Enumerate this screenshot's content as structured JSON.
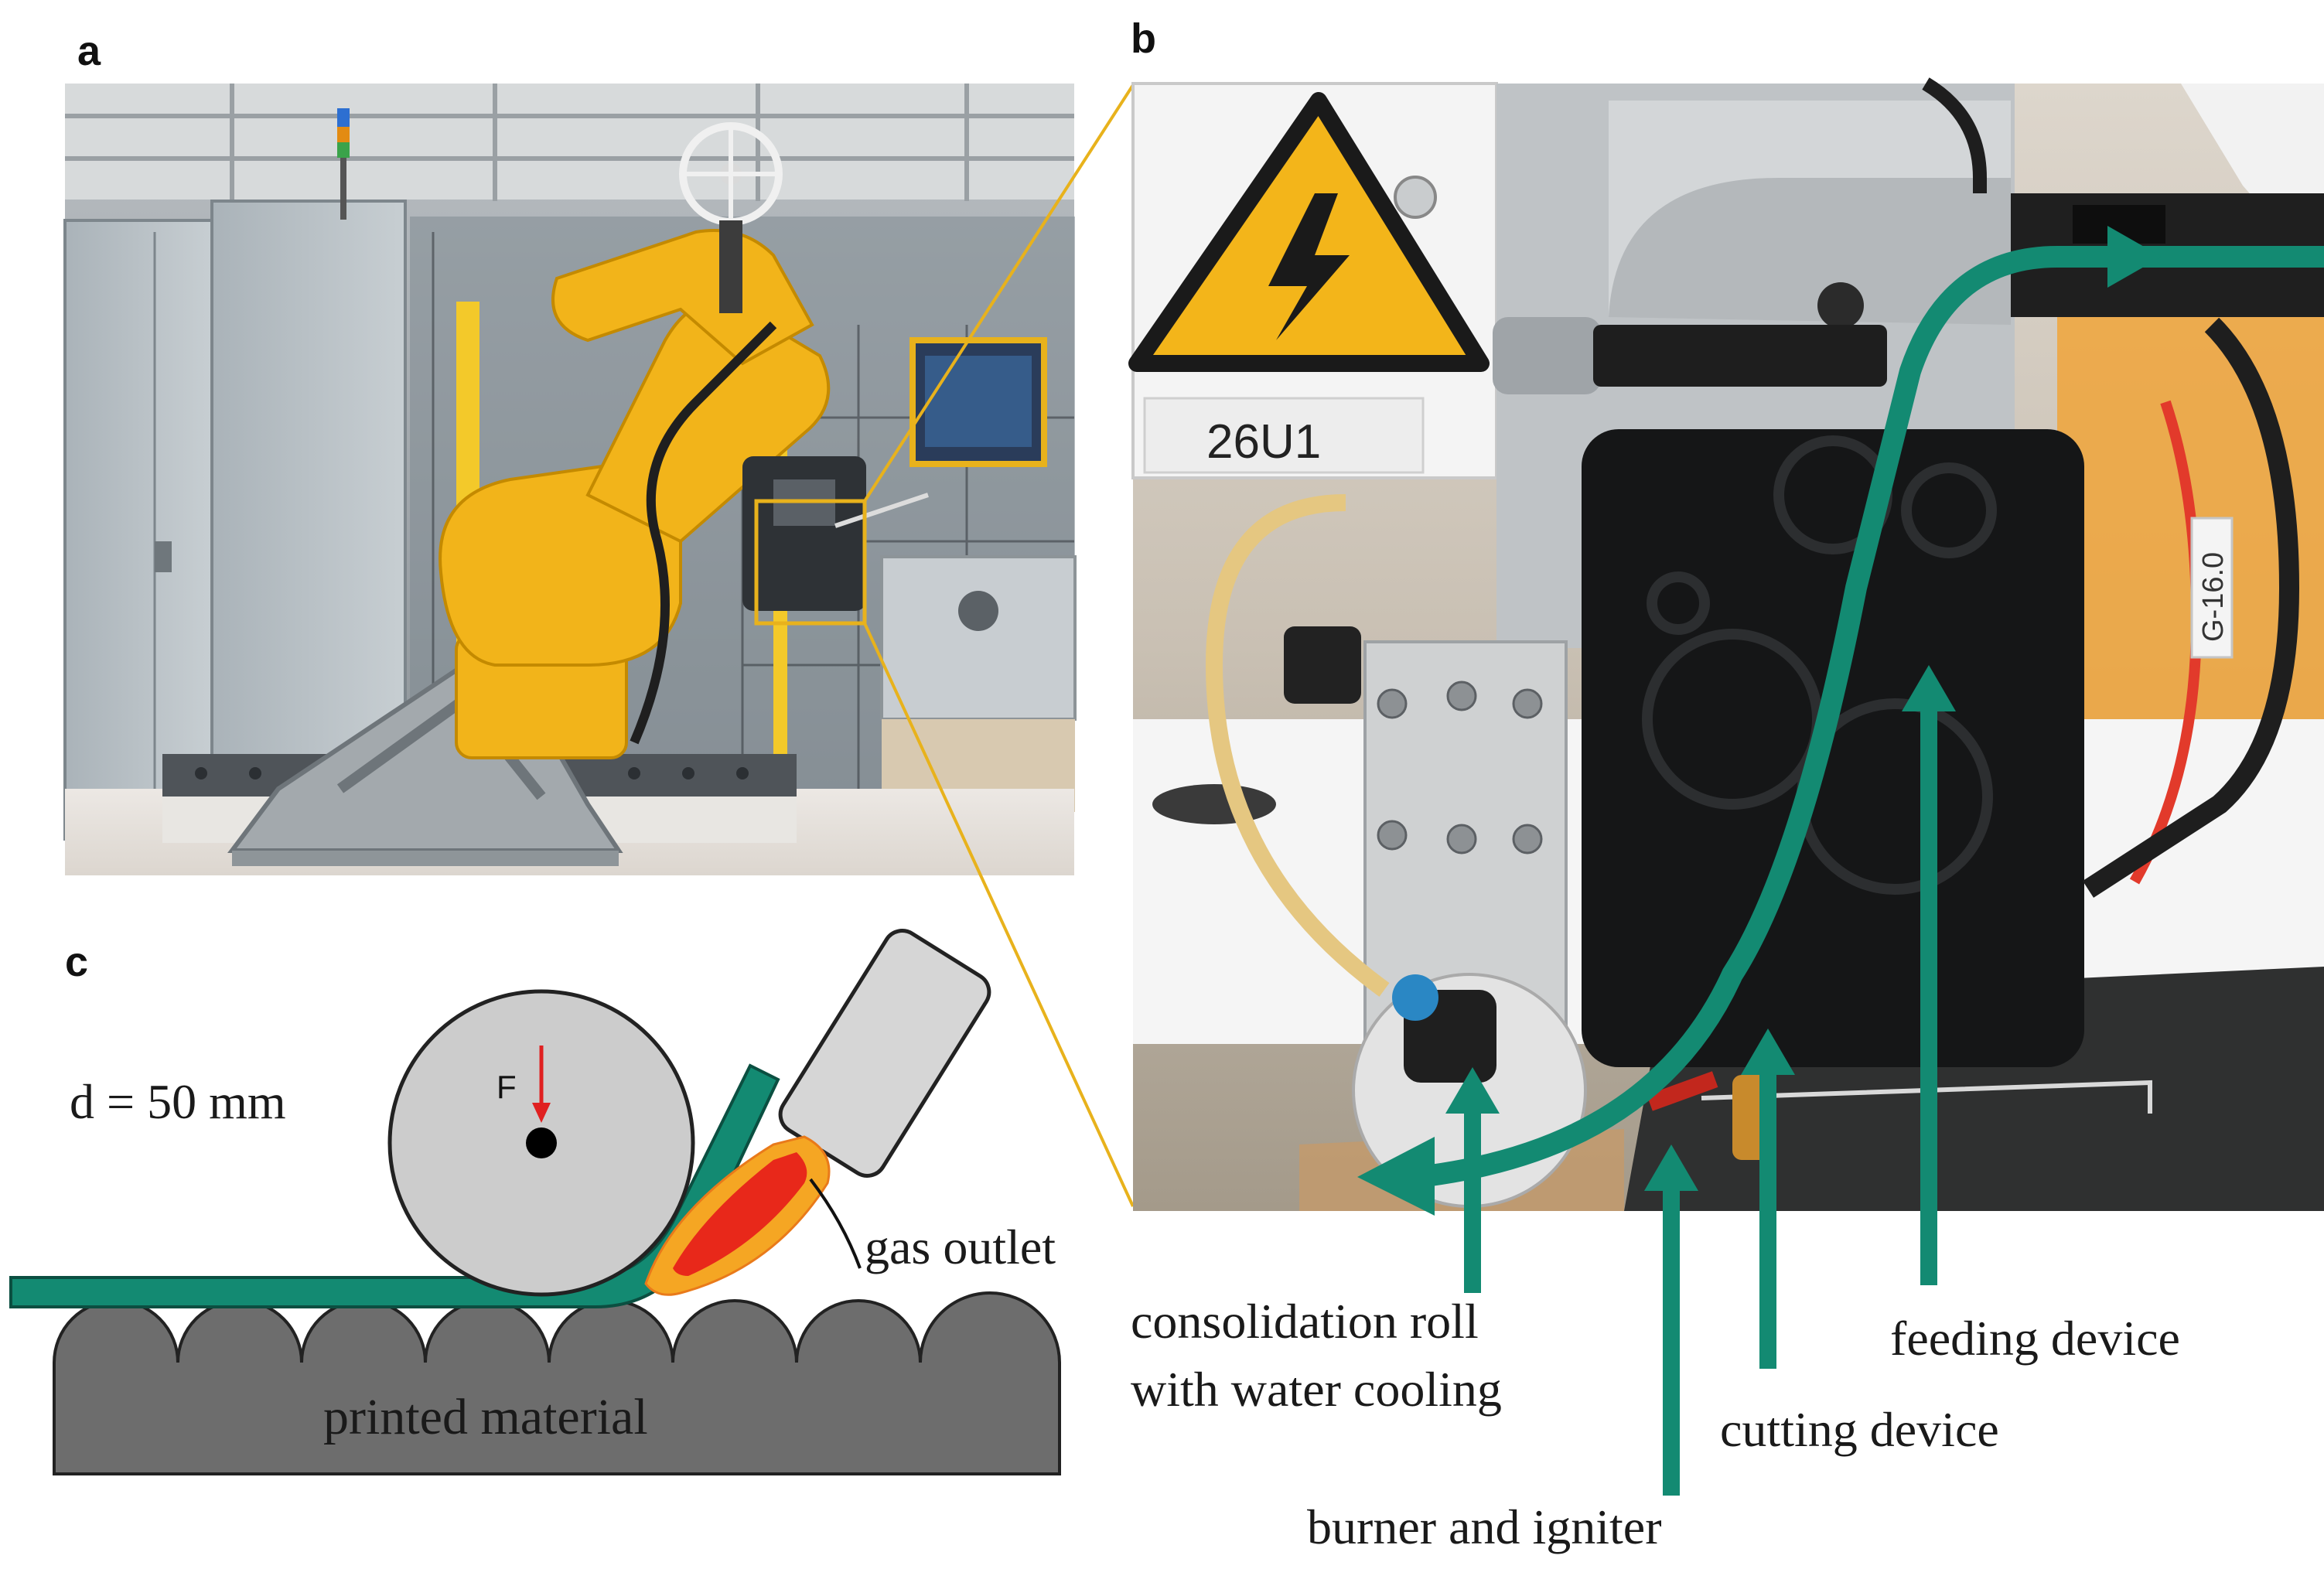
{
  "panels": {
    "a": {
      "label": "a"
    },
    "b": {
      "label": "b",
      "sign_text": "26U1",
      "cable_tag": "G-16.0"
    },
    "c": {
      "label": "c",
      "diameter_text": "d = 50 mm",
      "force_label": "F",
      "gas_outlet_label": "gas outlet",
      "material_label": "printed material"
    }
  },
  "annotations": {
    "consolidation_line1": "consolidation roll",
    "consolidation_line2": "with water cooling",
    "burner": "burner and igniter",
    "cutting": "cutting device",
    "feeding": "feeding device"
  },
  "colors": {
    "accent_teal": "#138a72",
    "robot_yellow": "#f2b41a",
    "highlight_box": "#e8b21c",
    "roll_gray": "#cccccc",
    "material_gray": "#6d6d6d",
    "flame_red": "#e8281a",
    "flame_orange": "#f5a623",
    "force_arrow": "#e02020"
  }
}
